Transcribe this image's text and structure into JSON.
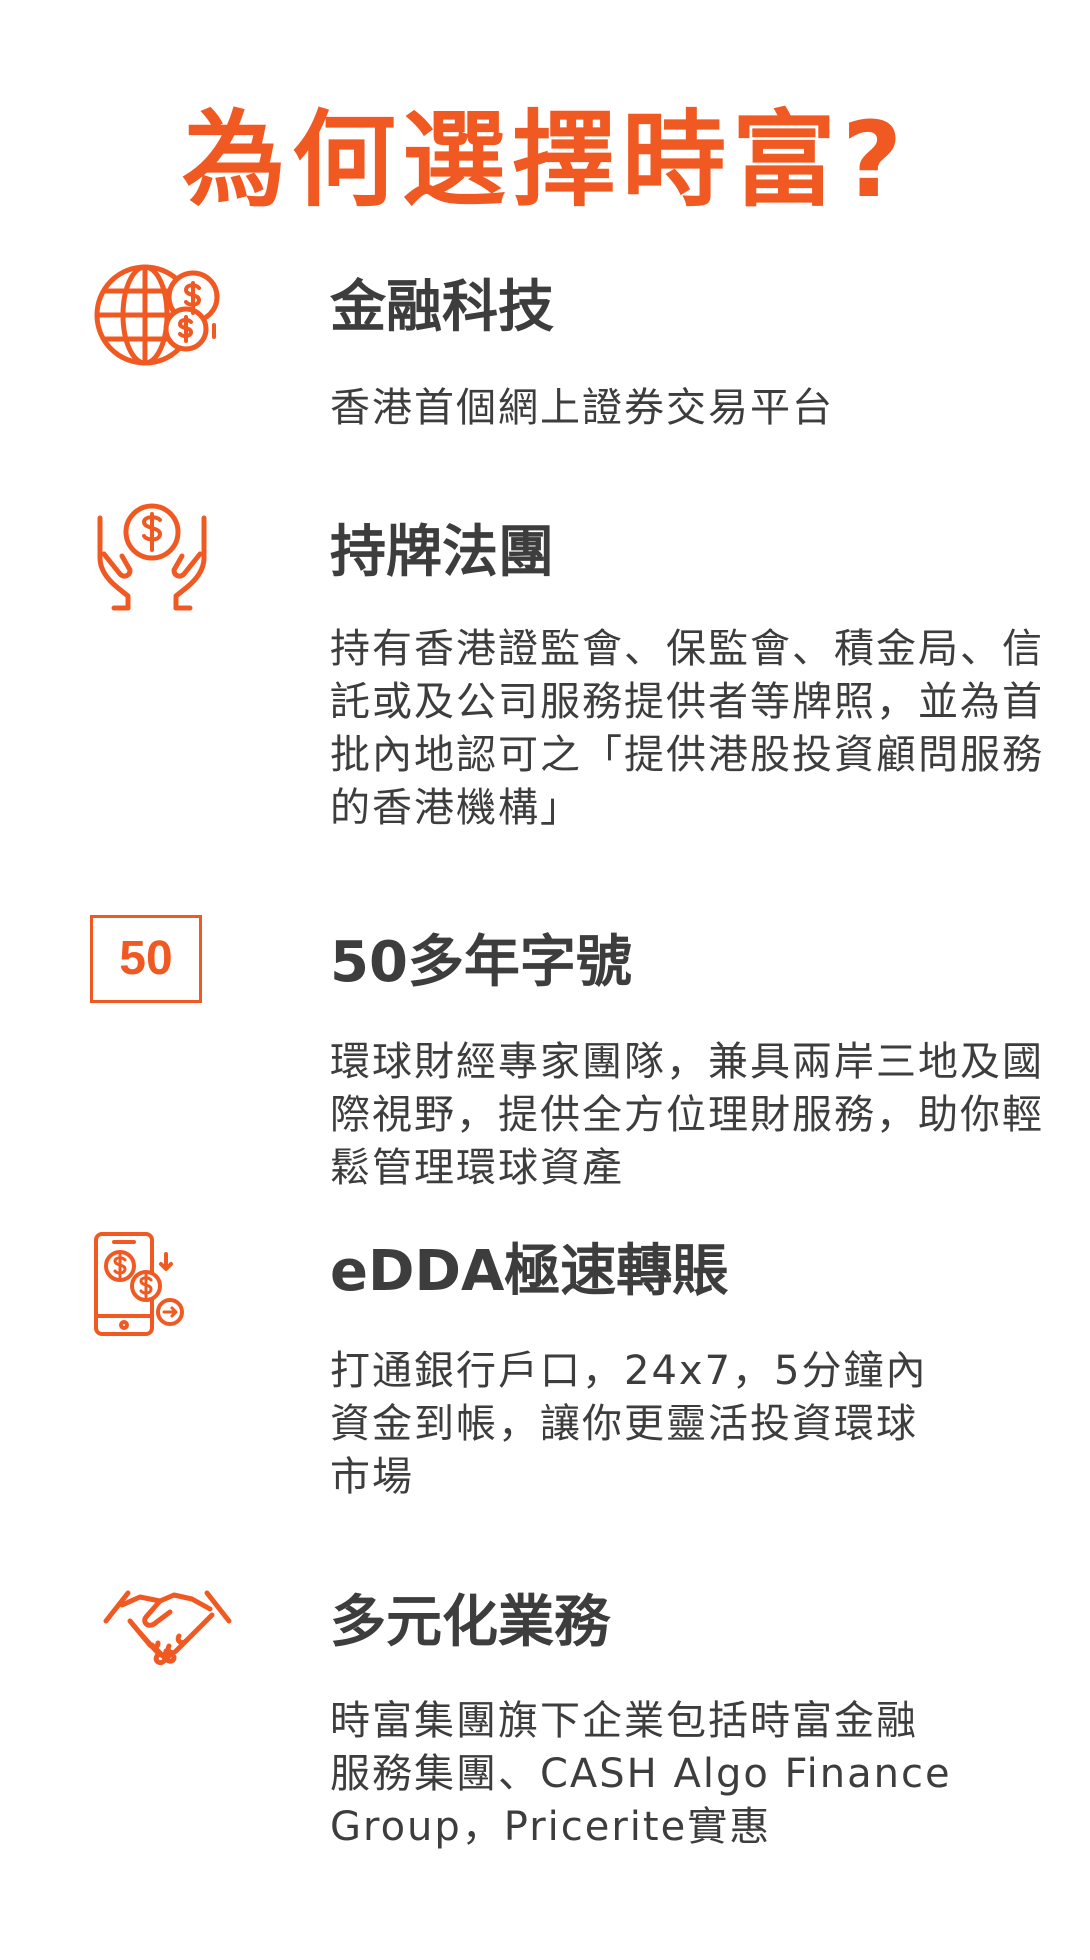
{
  "page": {
    "title": "為何選擇時富?"
  },
  "features": [
    {
      "icon": "globe-dollar-icon",
      "title": "金融科技",
      "desc": "香港首個網上證券交易平台"
    },
    {
      "icon": "hands-dollar-icon",
      "title": "持牌法團",
      "desc": "持有香港證監會、保監會、積金局、信託或及公司服務提供者等牌照，並為首批內地認可之「提供港股投資顧問服務的香港機構」"
    },
    {
      "icon": "fifty-badge-icon",
      "badge_text": "50",
      "title": "50多年字號",
      "desc": "環球財經專家團隊，兼具兩岸三地及國際視野，提供全方位理財服務，助你輕鬆管理環球資產"
    },
    {
      "icon": "mobile-transfer-icon",
      "title": "eDDA極速轉賬",
      "desc_lines": [
        "打通銀行戶口，24x7，5分鐘內",
        "資金到帳，讓你更靈活投資環球",
        "市場"
      ]
    },
    {
      "icon": "handshake-icon",
      "title": "多元化業務",
      "desc_lines": [
        "時富集團旗下企業包括時富金融",
        "服務集團、CASH Algo Finance",
        "Group，Pricerite實惠"
      ]
    }
  ],
  "colors": {
    "accent": "#f05a22",
    "text": "#3d3d3d",
    "background": "#ffffff"
  }
}
